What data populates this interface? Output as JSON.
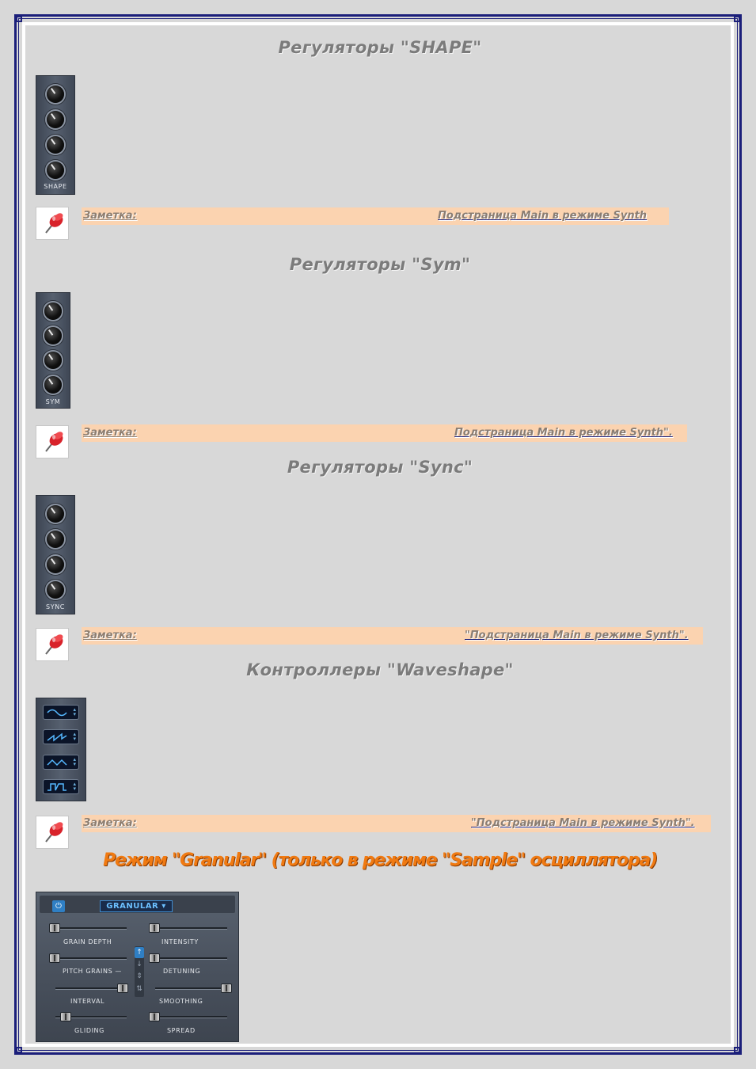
{
  "sections": [
    {
      "title": "Регуляторы \"SHAPE\"",
      "panel_label": "SHAPE"
    },
    {
      "title": "Регуляторы \"Sym\"",
      "panel_label": "SYM"
    },
    {
      "title": "Регуляторы \"Sync\"",
      "panel_label": "SYNC"
    },
    {
      "title": "Контроллеры \"Waveshape\"",
      "panel_label": ""
    }
  ],
  "notes": [
    {
      "label": "Заметка:",
      "link": "Подстраница Main в режиме Synth"
    },
    {
      "label": "Заметка:",
      "link": "Подстраница Main в режиме Synth\"."
    },
    {
      "label": "Заметка:",
      "link": "\"Подстраница Main в режиме Synth\"."
    },
    {
      "label": "Заметка:",
      "link": "\"Подстраница Main в режиме Synth\"."
    }
  ],
  "granular": {
    "title": "Режим \"Granular\" (только в режиме \"Sample\" осциллятора)",
    "mode": "GRANULAR ▾",
    "power_glyph": "⏻",
    "labels": {
      "grain_depth": "GRAIN DEPTH",
      "intensity": "INTENSITY",
      "pitch_grains": "PITCH GRAINS —",
      "detuning": "DETUNING",
      "interval": "INTERVAL",
      "smoothing": "SMOOTHING",
      "gliding": "GLIDING",
      "spread": "SPREAD"
    },
    "direction_buttons": [
      "↑",
      "↓",
      "⇕",
      "⇅"
    ]
  },
  "colors": {
    "frame": "#1b1f7a",
    "note_background": "#fbd3b0",
    "heading_gray": "#7b7b7b",
    "heading_orange": "#f07a12",
    "accent_blue": "#2f7fc4"
  },
  "icons": {
    "note": "pushpin-icon",
    "power": "power-icon"
  }
}
